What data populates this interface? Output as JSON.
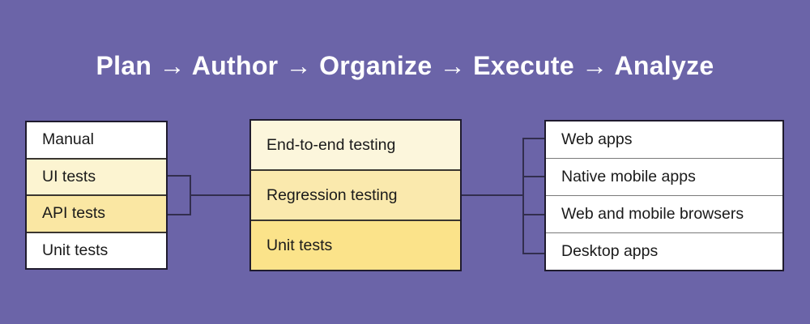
{
  "title": {
    "text": "Plan → Author → Organize → Execute → Analyze",
    "steps": [
      "Plan",
      "Author",
      "Organize",
      "Execute",
      "Analyze"
    ],
    "separator": "→"
  },
  "colors": {
    "background": "#6B64A8",
    "title_text": "#FFFFFF",
    "box_border": "#1F1B2E",
    "connector_line": "#322E4E",
    "row_text": "#1A1A1A",
    "row_white": "#FFFFFF",
    "highlight_cream": "#FCF4D1",
    "highlight_light_yellow": "#FAE7A3",
    "highlight_pale": "#FCF6DC",
    "highlight_medium": "#FAE9AD",
    "highlight_strong": "#FBE38A"
  },
  "test_types": {
    "items": [
      {
        "label": "Manual",
        "bg": "#FFFFFF"
      },
      {
        "label": "UI tests",
        "bg": "#FCF4D1"
      },
      {
        "label": "API tests",
        "bg": "#FAE7A3"
      },
      {
        "label": "Unit tests",
        "bg": "#FFFFFF"
      }
    ]
  },
  "testing_levels": {
    "items": [
      {
        "label": "End-to-end testing",
        "bg": "#FCF6DC"
      },
      {
        "label": "Regression testing",
        "bg": "#FAE9AD"
      },
      {
        "label": "Unit tests",
        "bg": "#FBE38A"
      }
    ]
  },
  "platforms": {
    "items": [
      {
        "label": "Web apps",
        "bg": "#FFFFFF"
      },
      {
        "label": "Native mobile apps",
        "bg": "#FFFFFF"
      },
      {
        "label": "Web and mobile browsers",
        "bg": "#FFFFFF"
      },
      {
        "label": "Desktop apps",
        "bg": "#FFFFFF"
      }
    ]
  }
}
